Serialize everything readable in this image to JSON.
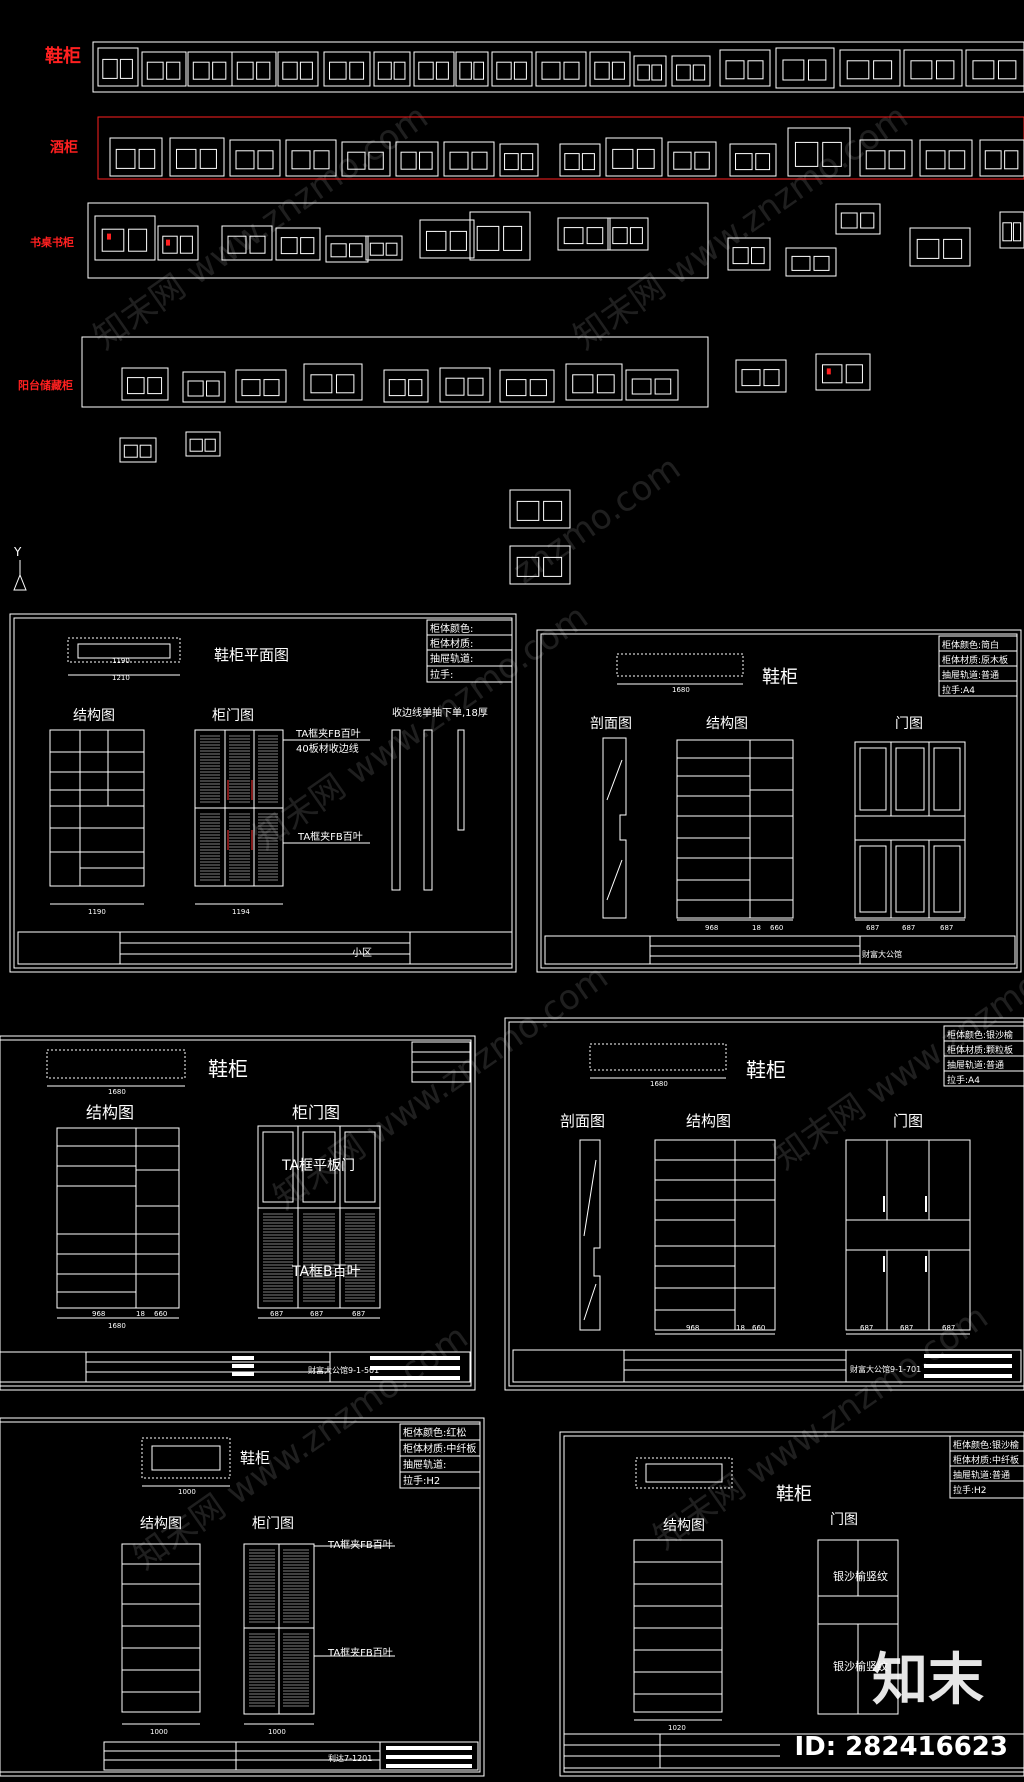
{
  "overview": {
    "row_labels": [
      "鞋柜",
      "酒柜",
      "书桌书柜",
      "阳台储藏柜"
    ],
    "label_color": "#ff2020"
  },
  "axis_label": "Y",
  "sheets": [
    {
      "title": "鞋柜平面图",
      "plan_dims": [
        "1190",
        "1210"
      ],
      "spec_rows": [
        "柜体颜色:",
        "柜体材质:",
        "抽屉轨道:",
        "拉手:"
      ],
      "views": [
        "结构图",
        "柜门图"
      ],
      "callouts": [
        "TA框夹FB百叶",
        "40板材收边线",
        "TA框夹FB百叶",
        "收边线单抽下单,18厚"
      ],
      "bottom_dims": [
        "1190",
        "1194"
      ],
      "title_block": "小区"
    },
    {
      "title": "鞋柜",
      "plan_dims": [
        "1680"
      ],
      "spec_rows": [
        "柜体颜色:简白",
        "柜体材质:原木板",
        "抽屉轨道:普通",
        "拉手:A4"
      ],
      "views": [
        "剖面图",
        "结构图",
        "门图"
      ],
      "bottom_dims": [
        "968",
        "18",
        "660",
        "687",
        "687",
        "687"
      ],
      "title_block": "财富大公馆"
    },
    {
      "title": "鞋柜",
      "plan_dims": [
        "1680"
      ],
      "views": [
        "结构图",
        "柜门图"
      ],
      "callouts": [
        "TA框平板门",
        "TA框B百叶"
      ],
      "bottom_dims": [
        "968",
        "18",
        "660",
        "1680",
        "687",
        "687",
        "687"
      ],
      "title_block": "财富大公馆9-1-501"
    },
    {
      "title": "鞋柜",
      "plan_dims": [
        "1680"
      ],
      "spec_rows": [
        "柜体颜色:银沙榆",
        "柜体材质:颗粒板",
        "抽屉轨道:普通",
        "拉手:A4"
      ],
      "views": [
        "剖面图",
        "结构图",
        "门图"
      ],
      "bottom_dims": [
        "968",
        "18",
        "660",
        "687",
        "687",
        "687"
      ],
      "title_block": "财富大公馆9-1-701"
    },
    {
      "title": "鞋柜",
      "plan_dims": [
        "1000"
      ],
      "spec_rows": [
        "柜体颜色:红松",
        "柜体材质:中纤板",
        "抽屉轨道:",
        "拉手:H2"
      ],
      "views": [
        "结构图",
        "柜门图"
      ],
      "callouts": [
        "TA框夹FB百叶",
        "TA框夹FB百叶"
      ],
      "bottom_dims": [
        "1000",
        "1000"
      ],
      "title_block": "利达7-1201"
    },
    {
      "title": "鞋柜",
      "spec_rows": [
        "柜体颜色:银沙榆",
        "柜体材质:中纤板",
        "抽屉轨道:普通",
        "拉手:H2"
      ],
      "views": [
        "结构图",
        "门图"
      ],
      "callouts": [
        "银沙榆竖纹",
        "银沙榆竖纹"
      ],
      "bottom_dims": [
        "1020"
      ]
    }
  ],
  "watermarks": [
    "知末网 www.znzmo.com",
    "知末网 www.znzmo.com",
    "知末网 www.znzmo.com",
    "znzmo.com",
    "知末网 www.znzmo.com",
    "知末网 www.znzmo.com",
    "知末网 www.znzmo.com",
    "知末网 www.znzmo.com"
  ],
  "logo_text": "知末",
  "image_id": "ID: 282416623"
}
